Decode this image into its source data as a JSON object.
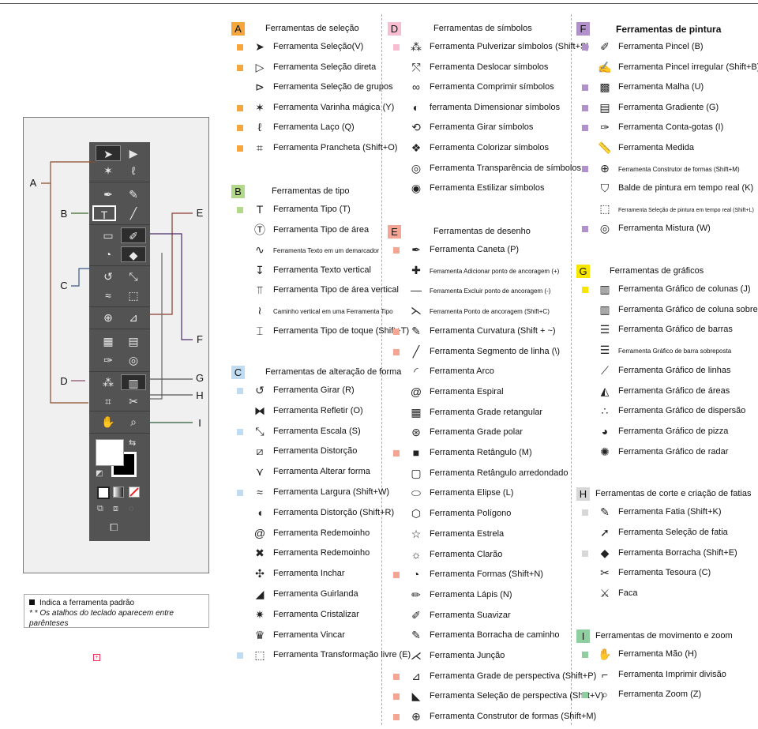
{
  "colors": {
    "A": "#f5a63d",
    "B": "#b2d88a",
    "C": "#bfdcf3",
    "D": "#f7bed2",
    "E": "#f5a594",
    "F": "#b191c9",
    "G": "#f7e600",
    "H": "#d7d7d7",
    "I": "#8fce9e"
  },
  "legend": {
    "default_tool": "Indica a ferramenta padrão",
    "shortcuts_note": "* * Os atalhos do teclado aparecem entre parênteses"
  },
  "toolbox_callouts": [
    "A",
    "B",
    "C",
    "D",
    "E",
    "F",
    "G",
    "H",
    "I"
  ],
  "sections": {
    "A": {
      "letter": "A",
      "title": "Ferramentas de seleção",
      "items": [
        {
          "label": "Ferramenta Seleção(V)",
          "icon": "arrow-icon",
          "default": true
        },
        {
          "label": "Ferramenta Seleção direta",
          "icon": "direct-arrow-icon",
          "default": true
        },
        {
          "label": "Ferramenta Seleção de grupos",
          "icon": "group-arrow-icon",
          "default": false
        },
        {
          "label": "Ferramenta Varinha mágica (Y)",
          "icon": "magic-wand-icon",
          "default": true
        },
        {
          "label": "Ferramenta Laço (Q)",
          "icon": "lasso-icon",
          "default": true
        },
        {
          "label": "Ferramenta Prancheta (Shift+O)",
          "icon": "artboard-icon",
          "default": true
        }
      ]
    },
    "B": {
      "letter": "B",
      "title": "Ferramentas de tipo",
      "items": [
        {
          "label": "Ferramenta Tipo (T)",
          "icon": "type-icon",
          "default": true
        },
        {
          "label": "Ferramenta Tipo de área",
          "icon": "area-type-icon",
          "default": false
        },
        {
          "label": "Ferramenta Texto em um demarcador",
          "icon": "path-type-icon",
          "default": false,
          "small": true
        },
        {
          "label": "Ferramenta Texto vertical",
          "icon": "vertical-type-icon",
          "default": false
        },
        {
          "label": "Ferramenta Tipo de área vertical",
          "icon": "vertical-area-type-icon",
          "default": false
        },
        {
          "label": "Caminho vertical em uma Ferramenta Tipo",
          "icon": "vertical-path-type-icon",
          "default": false,
          "small": true
        },
        {
          "label": "Ferramenta Tipo de toque (Shift+T)",
          "icon": "touch-type-icon",
          "default": false
        }
      ]
    },
    "C": {
      "letter": "C",
      "title": "Ferramentas de alteração de forma",
      "items": [
        {
          "label": "Ferramenta Girar (R)",
          "icon": "rotate-icon",
          "default": true
        },
        {
          "label": "Ferramenta Refletir (O)",
          "icon": "reflect-icon",
          "default": false
        },
        {
          "label": "Ferramenta Escala (S)",
          "icon": "scale-icon",
          "default": true
        },
        {
          "label": "Ferramenta Distorção",
          "icon": "shear-icon",
          "default": false
        },
        {
          "label": "Ferramenta Alterar forma",
          "icon": "reshape-icon",
          "default": false
        },
        {
          "label": "Ferramenta Largura (Shift+W)",
          "icon": "width-icon",
          "default": true
        },
        {
          "label": "Ferramenta Distorção (Shift+R)",
          "icon": "warp-icon",
          "default": false
        },
        {
          "label": "Ferramenta Redemoinho",
          "icon": "twirl-icon",
          "default": false
        },
        {
          "label": "Ferramenta Redemoinho",
          "icon": "pucker-icon",
          "default": false
        },
        {
          "label": "Ferramenta Inchar",
          "icon": "bloat-icon",
          "default": false
        },
        {
          "label": "Ferramenta Guirlanda",
          "icon": "scallop-icon",
          "default": false
        },
        {
          "label": "Ferramenta Cristalizar",
          "icon": "crystallize-icon",
          "default": false
        },
        {
          "label": "Ferramenta Vincar",
          "icon": "wrinkle-icon",
          "default": false
        },
        {
          "label": "Ferramenta Transformação livre (E)",
          "icon": "free-transform-icon",
          "default": true
        }
      ]
    },
    "D": {
      "letter": "D",
      "title": "Ferramentas de símbolos",
      "items": [
        {
          "label": "Ferramenta Pulverizar símbolos (Shift+S)",
          "icon": "symbol-sprayer-icon",
          "default": true
        },
        {
          "label": "Ferramenta Deslocar símbolos",
          "icon": "symbol-shifter-icon",
          "default": false
        },
        {
          "label": "Ferramenta Comprimir símbolos",
          "icon": "symbol-scruncher-icon",
          "default": false
        },
        {
          "label": "ferramenta Dimensionar símbolos",
          "icon": "symbol-sizer-icon",
          "default": false
        },
        {
          "label": "Ferramenta Girar símbolos",
          "icon": "symbol-spinner-icon",
          "default": false
        },
        {
          "label": "Ferramenta Colorizar símbolos",
          "icon": "symbol-stainer-icon",
          "default": false
        },
        {
          "label": "Ferramenta Transparência de símbolos",
          "icon": "symbol-screener-icon",
          "default": false
        },
        {
          "label": "Ferramenta Estilizar símbolos",
          "icon": "symbol-styler-icon",
          "default": false
        }
      ]
    },
    "E": {
      "letter": "E",
      "title": "Ferramentas de desenho",
      "items": [
        {
          "label": "Ferramenta Caneta (P)",
          "icon": "pen-icon",
          "default": true
        },
        {
          "label": "Ferramenta Adicionar ponto de ancoragem (+)",
          "icon": "add-anchor-icon",
          "default": false,
          "small": true
        },
        {
          "label": "Ferramenta Excluir ponto de ancoragem (-)",
          "icon": "delete-anchor-icon",
          "default": false,
          "small": true
        },
        {
          "label": "Ferramenta Ponto de ancoragem (Shift+C)",
          "icon": "anchor-point-icon",
          "default": false,
          "small": true
        },
        {
          "label": "Ferramenta Curvatura (Shift + ~)",
          "icon": "curvature-icon",
          "default": true
        },
        {
          "label": "Ferramenta Segmento de linha (\\)",
          "icon": "line-segment-icon",
          "default": true
        },
        {
          "label": "Ferramenta Arco",
          "icon": "arc-icon",
          "default": false
        },
        {
          "label": "Ferramenta Espiral",
          "icon": "spiral-icon",
          "default": false
        },
        {
          "label": "Ferramenta Grade retangular",
          "icon": "rect-grid-icon",
          "default": false
        },
        {
          "label": "Ferramenta Grade polar",
          "icon": "polar-grid-icon",
          "default": false
        },
        {
          "label": "Ferramenta Retângulo (M)",
          "icon": "rectangle-icon",
          "default": true
        },
        {
          "label": "Ferramenta Retângulo arredondado",
          "icon": "rounded-rect-icon",
          "default": false
        },
        {
          "label": "Ferramenta Elipse (L)",
          "icon": "ellipse-icon",
          "default": false
        },
        {
          "label": "Ferramenta Polígono",
          "icon": "polygon-icon",
          "default": false
        },
        {
          "label": "Ferramenta Estrela",
          "icon": "star-icon",
          "default": false
        },
        {
          "label": "Ferramenta Clarão",
          "icon": "flare-icon",
          "default": false
        },
        {
          "label": "Ferramenta Formas (Shift+N)",
          "icon": "shaper-icon",
          "default": true
        },
        {
          "label": "Ferramenta Lápis (N)",
          "icon": "pencil-icon",
          "default": false
        },
        {
          "label": "Ferramenta Suavizar",
          "icon": "smooth-icon",
          "default": false
        },
        {
          "label": "Ferramenta Borracha de caminho",
          "icon": "path-eraser-icon",
          "default": false
        },
        {
          "label": "Ferramenta Junção",
          "icon": "join-icon",
          "default": false
        },
        {
          "label": "Ferramenta Grade de perspectiva (Shift+P)",
          "icon": "perspective-grid-icon",
          "default": true
        },
        {
          "label": "Ferramenta Seleção de perspectiva (Shift+V)",
          "icon": "perspective-select-icon",
          "default": true
        },
        {
          "label": "Ferramenta Construtor de formas (Shift+M)",
          "icon": "shape-builder-icon",
          "default": true
        }
      ]
    },
    "F": {
      "letter": "F",
      "title": "Ferramentas de pintura",
      "items": [
        {
          "label": "Ferramenta Pincel (B)",
          "icon": "paintbrush-icon",
          "default": true
        },
        {
          "label": "Ferramenta Pincel irregular (Shift+B)",
          "icon": "blob-brush-icon",
          "default": false
        },
        {
          "label": "Ferramenta Malha (U)",
          "icon": "mesh-icon",
          "default": true
        },
        {
          "label": "Ferramenta Gradiente (G)",
          "icon": "gradient-icon",
          "default": true
        },
        {
          "label": "Ferramenta Conta-gotas (I)",
          "icon": "eyedropper-icon",
          "default": true
        },
        {
          "label": "Ferramenta Medida",
          "icon": "measure-icon",
          "default": false
        },
        {
          "label": "Ferramenta Construtor de formas (Shift+M)",
          "icon": "shape-builder-icon",
          "default": true,
          "small": true
        },
        {
          "label": "Balde de pintura em tempo real (K)",
          "icon": "live-paint-bucket-icon",
          "default": false
        },
        {
          "label": "Ferramenta Seleção de pintura em tempo real (Shift+L)",
          "icon": "live-paint-select-icon",
          "default": false,
          "tiny": true
        },
        {
          "label": "Ferramenta Mistura (W)",
          "icon": "blend-icon",
          "default": true
        }
      ]
    },
    "G": {
      "letter": "G",
      "title": "Ferramentas de gráficos",
      "items": [
        {
          "label": "Ferramenta Gráfico de colunas (J)",
          "icon": "column-graph-icon",
          "default": true
        },
        {
          "label": "Ferramenta Gráfico de coluna sobreposta",
          "icon": "stacked-column-icon",
          "default": false
        },
        {
          "label": "Ferramenta Gráfico de barras",
          "icon": "bar-graph-icon",
          "default": false
        },
        {
          "label": "Ferramenta Gráfico de barra sobreposta",
          "icon": "stacked-bar-icon",
          "default": false,
          "small": true
        },
        {
          "label": "Ferramenta Gráfico de linhas",
          "icon": "line-graph-icon",
          "default": false
        },
        {
          "label": "Ferramenta Gráfico de áreas",
          "icon": "area-graph-icon",
          "default": false
        },
        {
          "label": "Ferramenta Gráfico de dispersão",
          "icon": "scatter-graph-icon",
          "default": false
        },
        {
          "label": "Ferramenta Gráfico de pizza",
          "icon": "pie-graph-icon",
          "default": false
        },
        {
          "label": "Ferramenta Gráfico de radar",
          "icon": "radar-graph-icon",
          "default": false
        }
      ]
    },
    "H": {
      "letter": "H",
      "title": "Ferramentas de corte e criação de fatias",
      "items": [
        {
          "label": "Ferramenta Fatia (Shift+K)",
          "icon": "slice-icon",
          "default": true
        },
        {
          "label": "Ferramenta Seleção de fatia",
          "icon": "slice-select-icon",
          "default": false
        },
        {
          "label": "Ferramenta Borracha (Shift+E)",
          "icon": "eraser-icon",
          "default": true
        },
        {
          "label": "Ferramenta Tesoura (C)",
          "icon": "scissors-icon",
          "default": false
        },
        {
          "label": "Faca",
          "icon": "knife-icon",
          "default": false
        }
      ]
    },
    "I": {
      "letter": "I",
      "title": "Ferramentas de movimento e zoom",
      "items": [
        {
          "label": "Ferramenta Mão (H)",
          "icon": "hand-icon",
          "default": true
        },
        {
          "label": "Ferramenta Imprimir divisão",
          "icon": "print-tiling-icon",
          "default": false
        },
        {
          "label": "Ferramenta Zoom (Z)",
          "icon": "zoom-icon",
          "default": true
        }
      ]
    }
  }
}
